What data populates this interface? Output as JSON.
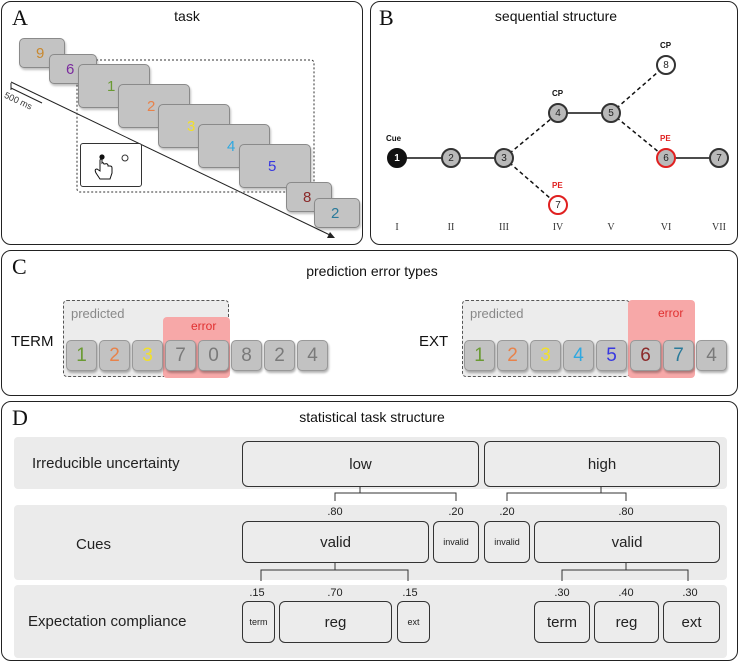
{
  "panel_a": {
    "label": "A",
    "title": "task",
    "timing": "500 ms",
    "cards": [
      {
        "text": "9",
        "color": "#c8882f"
      },
      {
        "text": "6",
        "color": "#7b2b9e"
      },
      {
        "text": "1",
        "color": "#6a9a32"
      },
      {
        "text": "2",
        "color": "#e8824a"
      },
      {
        "text": "3",
        "color": "#f2e02a"
      },
      {
        "text": "4",
        "color": "#2fa8e0"
      },
      {
        "text": "5",
        "color": "#3838e0"
      },
      {
        "text": "8",
        "color": "#8b2a2a"
      },
      {
        "text": "2",
        "color": "#2a7a9a"
      }
    ],
    "icon": "hand-pointer-icon"
  },
  "panel_b": {
    "label": "B",
    "title": "sequential structure",
    "nodes": [
      {
        "text": "1",
        "label": "Cue",
        "style": "cue"
      },
      {
        "text": "2",
        "label": "",
        "style": "normal"
      },
      {
        "text": "3",
        "label": "",
        "style": "normal"
      },
      {
        "text": "4",
        "label": "CP",
        "style": "normal"
      },
      {
        "text": "5",
        "label": "",
        "style": "normal"
      },
      {
        "text": "8",
        "label": "CP",
        "style": "open"
      },
      {
        "text": "6",
        "label": "PE",
        "style": "error"
      },
      {
        "text": "7",
        "label": "",
        "style": "normal"
      },
      {
        "text": "7",
        "label": "PE",
        "style": "error-open"
      }
    ],
    "columns": [
      "I",
      "II",
      "III",
      "IV",
      "V",
      "VI",
      "VII"
    ],
    "label_colors": {
      "cue": "#111111",
      "cp": "#111111",
      "pe": "#e02020"
    }
  },
  "panel_c": {
    "label": "C",
    "title": "prediction error types",
    "predicted_label": "predicted",
    "error_label": "error",
    "term": {
      "name": "TERM",
      "squares": [
        {
          "text": "1",
          "color": "#6a9a32"
        },
        {
          "text": "2",
          "color": "#e8824a"
        },
        {
          "text": "3",
          "color": "#f2e02a"
        },
        {
          "text": "7",
          "color": "#7a7a7a"
        },
        {
          "text": "0",
          "color": "#7a7a7a"
        },
        {
          "text": "8",
          "color": "#7a7a7a"
        },
        {
          "text": "2",
          "color": "#7a7a7a"
        },
        {
          "text": "4",
          "color": "#7a7a7a"
        }
      ]
    },
    "ext": {
      "name": "EXT",
      "squares": [
        {
          "text": "1",
          "color": "#6a9a32"
        },
        {
          "text": "2",
          "color": "#e8824a"
        },
        {
          "text": "3",
          "color": "#f2e02a"
        },
        {
          "text": "4",
          "color": "#2fa8e0"
        },
        {
          "text": "5",
          "color": "#3838e0"
        },
        {
          "text": "6",
          "color": "#8b2a2a"
        },
        {
          "text": "7",
          "color": "#2a7a9a"
        },
        {
          "text": "4",
          "color": "#7a7a7a"
        }
      ]
    },
    "colors": {
      "error_fill": "#f7a8a8",
      "error_text": "#e03030",
      "predicted_fill": "#ececec"
    }
  },
  "panel_d": {
    "label": "D",
    "title": "statistical task structure",
    "rows": {
      "uncertainty": "Irreducible uncertainty",
      "cues": "Cues",
      "compliance": "Expectation compliance"
    },
    "uncertainty": {
      "low": "low",
      "high": "high"
    },
    "cues_low": {
      "valid": "valid",
      "invalid": "invalid",
      "p_valid": ".80",
      "p_invalid": ".20"
    },
    "cues_high": {
      "invalid": "invalid",
      "valid": "valid",
      "p_invalid": ".20",
      "p_valid": ".80"
    },
    "compliance_low": {
      "term": "term",
      "reg": "reg",
      "ext": "ext",
      "p_term": ".15",
      "p_reg": ".70",
      "p_ext": ".15"
    },
    "compliance_high": {
      "term": "term",
      "reg": "reg",
      "ext": "ext",
      "p_term": ".30",
      "p_reg": ".40",
      "p_ext": ".30"
    }
  }
}
